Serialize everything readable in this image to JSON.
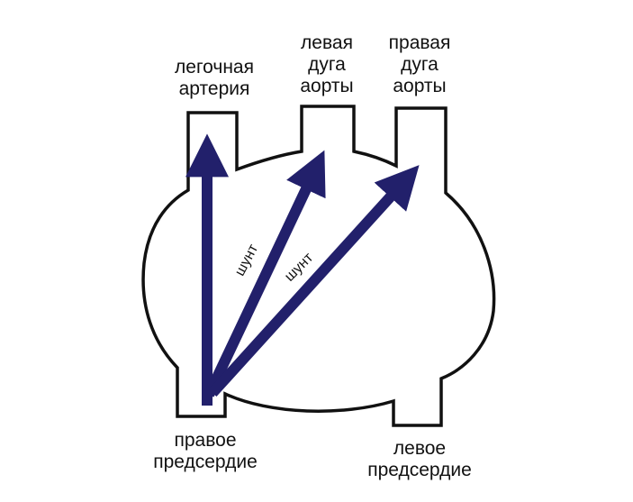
{
  "labels": {
    "pulmonary_artery": [
      "легочная",
      "артерия"
    ],
    "left_aortic_arch": [
      "левая",
      "дуга",
      "аорты"
    ],
    "right_aortic_arch": [
      "правая",
      "дуга",
      "аорты"
    ],
    "right_atrium": [
      "правое",
      "предсердие"
    ],
    "left_atrium": [
      "левое",
      "предсердие"
    ],
    "shunt_1": "шунт",
    "shunt_2": "шунт"
  },
  "colors": {
    "outline": "#111111",
    "arrow": "#22206b",
    "background": "#ffffff"
  }
}
